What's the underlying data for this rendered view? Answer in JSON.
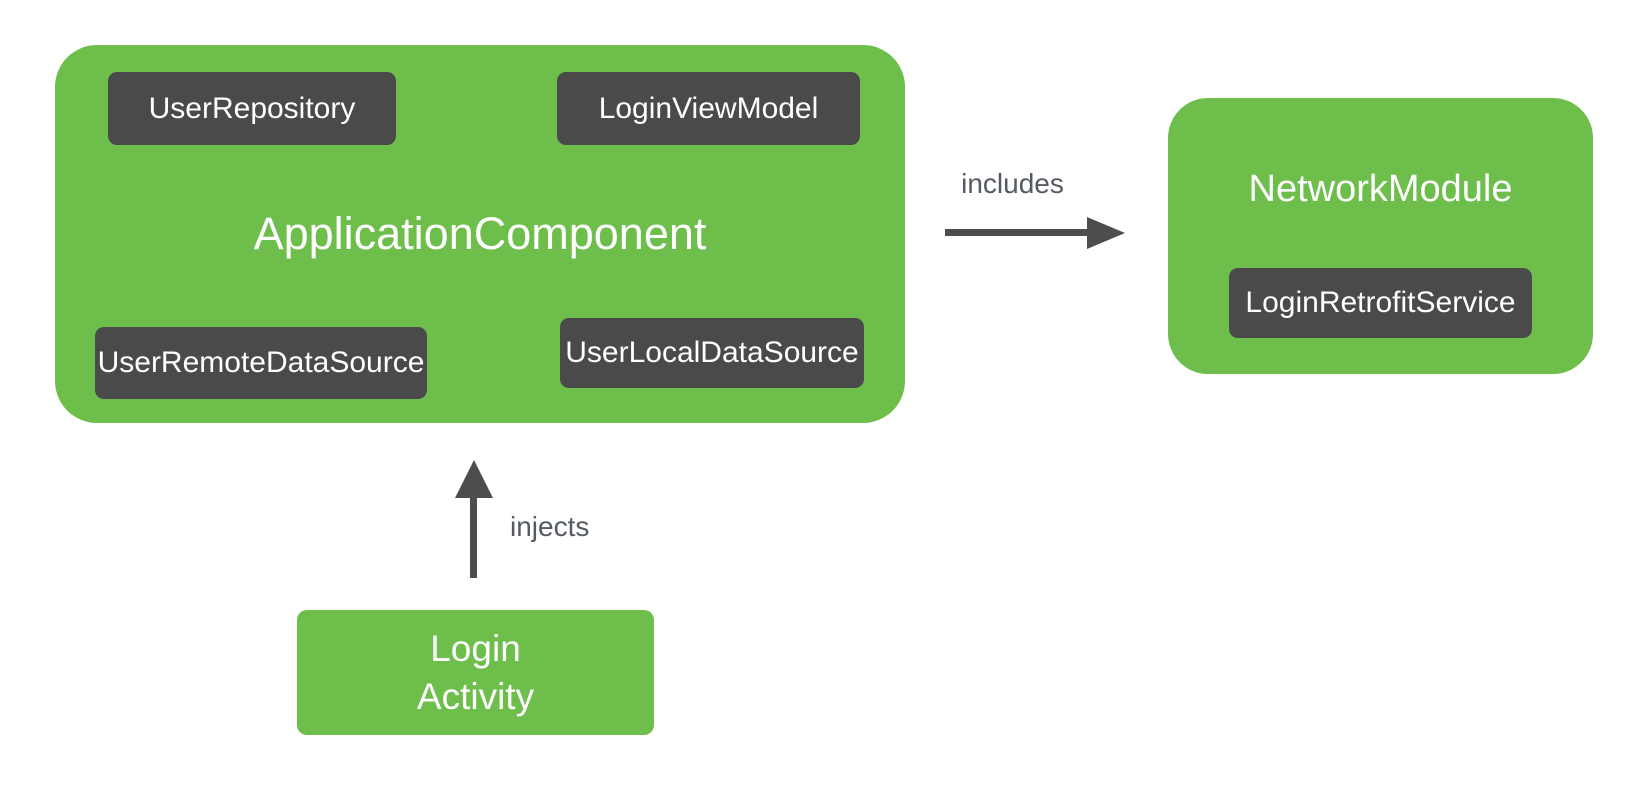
{
  "colors": {
    "container_green": "#6dbe4b",
    "chip_dark": "#4a4a4a",
    "arrow_gray": "#4d4d4d",
    "edge_label_gray": "#555b61",
    "text_white": "#ffffff",
    "background": "#ffffff"
  },
  "application_component": {
    "title": "ApplicationComponent",
    "chips": {
      "user_repository": "UserRepository",
      "login_view_model": "LoginViewModel",
      "user_remote_data_source": "UserRemoteDataSource",
      "user_local_data_source": "UserLocalDataSource"
    }
  },
  "network_module": {
    "title": "NetworkModule",
    "chips": {
      "login_retrofit_service": "LoginRetrofitService"
    }
  },
  "login_activity": {
    "title_line1": "Login",
    "title_line2": "Activity"
  },
  "edges": {
    "includes": {
      "label": "includes"
    },
    "injects": {
      "label": "injects"
    }
  }
}
